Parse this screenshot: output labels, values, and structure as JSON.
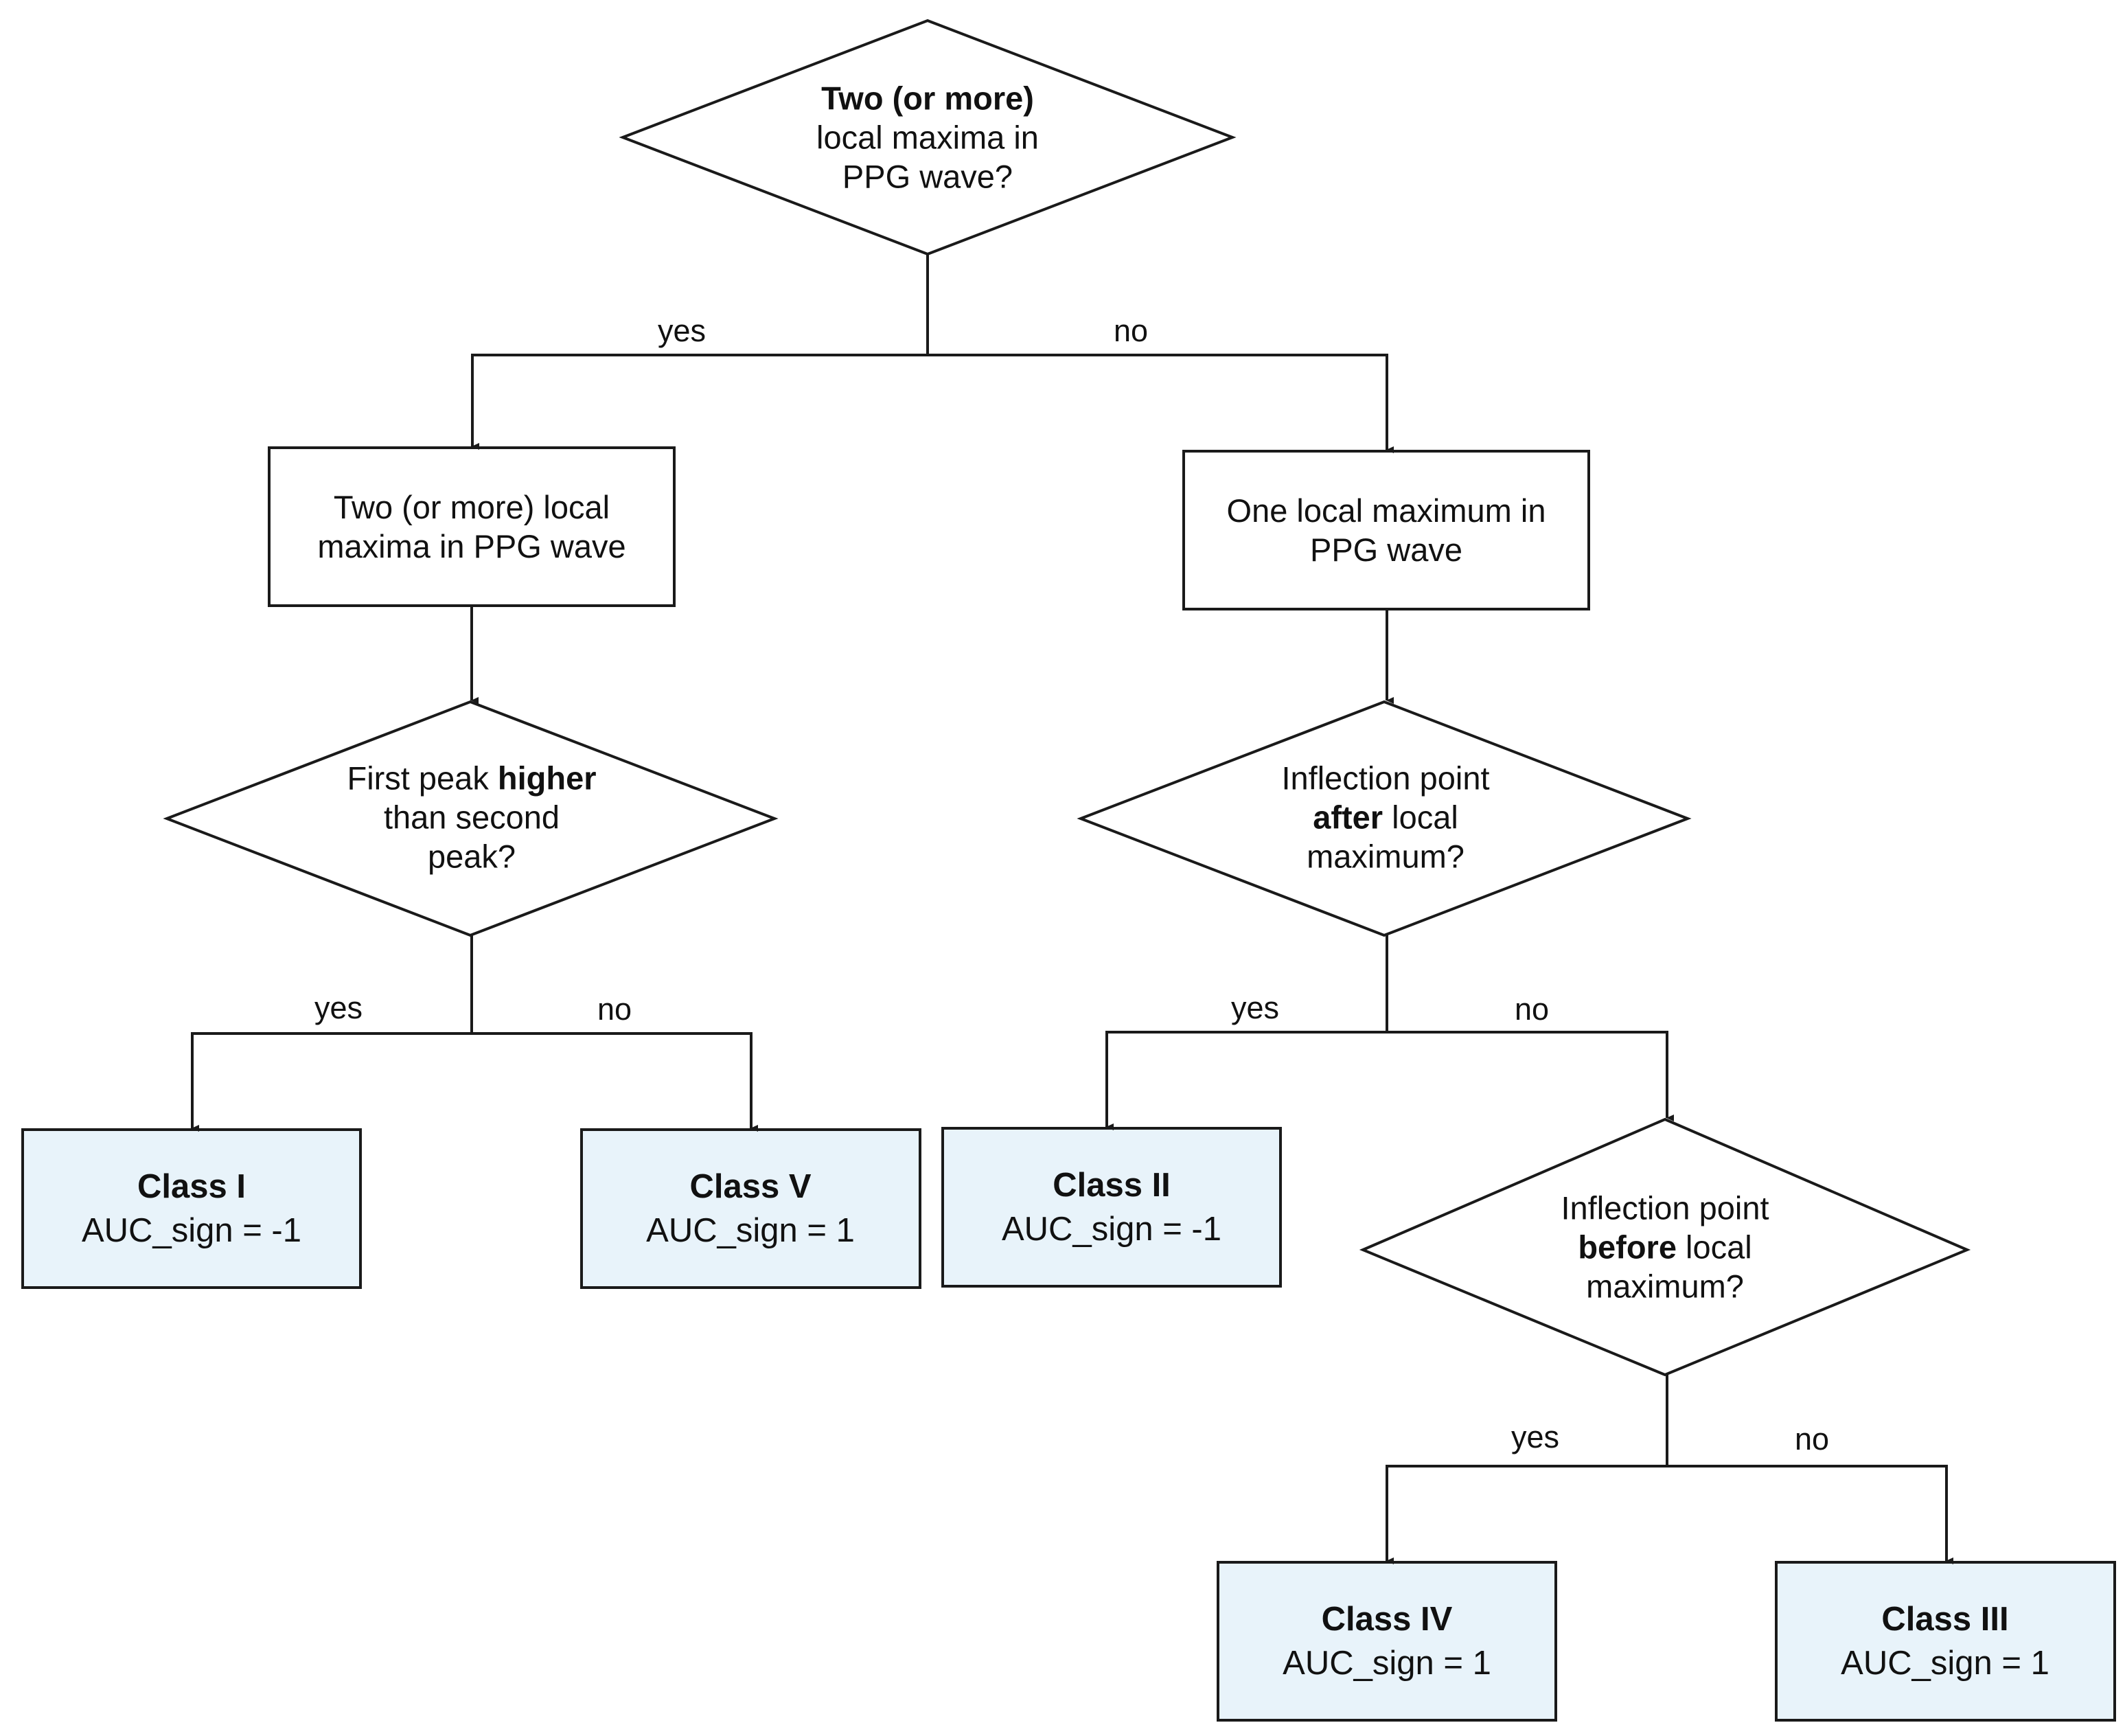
{
  "colors": {
    "stroke": "#1a1a1a",
    "class_fill": "#e8f3fa",
    "box_fill": "#ffffff",
    "text": "#111111"
  },
  "nodes": {
    "d1": {
      "parts": [
        [
          "Two (or more)",
          true
        ]
      ],
      "lines": [
        "local maxima in",
        "PPG wave?"
      ]
    },
    "b_yes": {
      "lines": [
        "Two (or more) local",
        "maxima in PPG wave"
      ]
    },
    "b_no": {
      "lines": [
        "One local maximum in",
        "PPG wave"
      ]
    },
    "d2": {
      "l1a": "First peak ",
      "l1b": "higher",
      "l2": "than second",
      "l3": "peak?"
    },
    "d3": {
      "l1": "Inflection point",
      "l2a": "after",
      "l2b": " local",
      "l3": "maximum?"
    },
    "d4": {
      "l1": "Inflection point",
      "l2a": "before",
      "l2b": " local",
      "l3": "maximum?"
    }
  },
  "classes": {
    "c1": {
      "name": "Class I",
      "value": "AUC_sign = -1"
    },
    "c5": {
      "name": "Class V",
      "value": "AUC_sign = 1"
    },
    "c2": {
      "name": "Class II",
      "value": "AUC_sign = -1"
    },
    "c4": {
      "name": "Class IV",
      "value": "AUC_sign = 1"
    },
    "c3": {
      "name": "Class III",
      "value": "AUC_sign = 1"
    }
  },
  "edges": {
    "yes": "yes",
    "no": "no"
  }
}
